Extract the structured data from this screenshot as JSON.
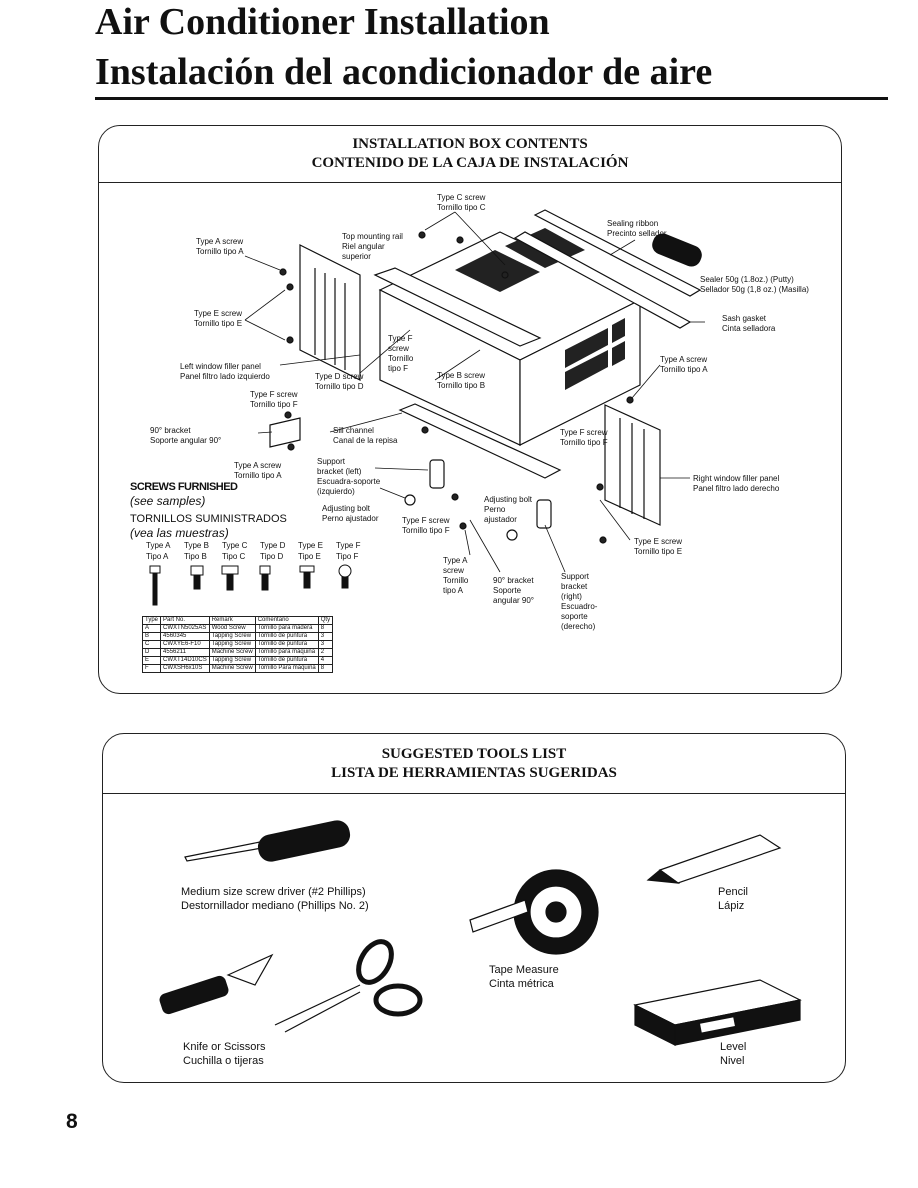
{
  "title": {
    "en": "Air Conditioner Installation",
    "es": "Instalación del acondicionador de aire"
  },
  "box": {
    "heading_en": "INSTALLATION BOX CONTENTS",
    "heading_es": "CONTENIDO DE LA CAJA DE INSTALACIÓN",
    "labels": {
      "type_c": [
        "Type C screw",
        "Tornillo tipo C"
      ],
      "sealing_ribbon": [
        "Sealing ribbon",
        "Precinto sellador"
      ],
      "type_a_left": [
        "Type A screw",
        "Tornillo tipo A"
      ],
      "top_rail": [
        "Top mounting rail",
        "Riel angular",
        "superior"
      ],
      "sealer": [
        "Sealer 50g (1.8oz.) (Putty)",
        "Sellador 50g (1,8 oz.) (Masilla)"
      ],
      "sash": [
        "Sash gasket",
        "Cinta selladora"
      ],
      "type_e_left": [
        "Type E screw",
        "Tornillo tipo E"
      ],
      "type_f_mid": [
        "Type F",
        "screw",
        "Tornillo",
        "tipo F"
      ],
      "left_panel": [
        "Left window filler panel",
        "Panel filtro lado izquierdo"
      ],
      "type_d": [
        "Type D screw",
        "Tornillo tipo D"
      ],
      "type_b": [
        "Type B screw",
        "Tornillo tipo B"
      ],
      "type_a_right": [
        "Type A screw",
        "Tornillo tipo A"
      ],
      "type_f_left": [
        "Type F screw",
        "Tornillo tipo F"
      ],
      "bracket90_left": [
        "90° bracket",
        "Soporte angular 90°"
      ],
      "sill": [
        "Sill channel",
        "Canal de la repisa"
      ],
      "type_f_right": [
        "Type F screw",
        "Tornillo tipo F"
      ],
      "type_a_below": [
        "Type A screw",
        "Tornillo tipo A"
      ],
      "support_left": [
        "Support",
        "bracket (left)",
        "Escuadra-soporte",
        "(izquierdo)"
      ],
      "right_panel": [
        "Right window filler panel",
        "Panel filtro lado derecho"
      ],
      "adj_bolt_left": [
        "Adjusting bolt",
        "Perno ajustador"
      ],
      "adj_bolt_right": [
        "Adjusting bolt",
        "Perno",
        "ajustador"
      ],
      "type_f_bottom": [
        "Type F screw",
        "Tornillo tipo F"
      ],
      "type_e_right": [
        "Type E screw",
        "Tornillo tipo E"
      ],
      "type_a_bottom": [
        "Type A",
        "screw",
        "Tornillo",
        "tipo A"
      ],
      "bracket90_right": [
        "90° bracket",
        "Soporte",
        "angular 90°"
      ],
      "support_right": [
        "Support",
        "bracket",
        "(right)",
        "Escuadro-",
        "soporte",
        "(derecho)"
      ]
    },
    "screws_en": "SCREWS FURNISHED",
    "screws_en_sub": "(see samples)",
    "screws_es": "TORNILLOS SUMINISTRADOS",
    "screws_es_sub": "(vea las muestras)",
    "screw_types_en": [
      "Type A",
      "Type B",
      "Type C",
      "Type D",
      "Type E",
      "Type F"
    ],
    "screw_types_es": [
      "Tipo A",
      "Tipo B",
      "Tipo C",
      "Tipo D",
      "Tipo E",
      "Tipo F"
    ],
    "table": {
      "headers": [
        "Type",
        "Part No.",
        "Remark",
        "Comentario",
        "Qty"
      ],
      "rows": [
        [
          "A",
          "CWXTN5025AS",
          "Wood Screw",
          "Tornillo para madera",
          "8"
        ],
        [
          "B",
          "4560345",
          "Tapping Screw",
          "Tornillo de puntura",
          "3"
        ],
        [
          "C",
          "CWXYE6-F10",
          "Tapping Screw",
          "Tornillo de puntura",
          "3"
        ],
        [
          "D",
          "4556211",
          "Machine Screw",
          "Tornillo para máquina",
          "2"
        ],
        [
          "E",
          "CWXT14D10CS",
          "Tapping Screw",
          "Tornillo de puntura",
          "4"
        ],
        [
          "F",
          "CWXSH6x10S",
          "Machine Screw",
          "Tornillo Para máquina",
          "8"
        ]
      ]
    }
  },
  "tools": {
    "heading_en": "SUGGESTED TOOLS LIST",
    "heading_es": "LISTA DE HERRAMIENTAS SUGERIDAS",
    "screwdriver": [
      "Medium size screw driver (#2 Phillips)",
      "Destornillador mediano (Phillips No. 2)"
    ],
    "pencil": [
      "Pencil",
      "Lápiz"
    ],
    "tape": [
      "Tape Measure",
      "Cinta métrica"
    ],
    "knife": [
      "Knife or Scissors",
      "Cuchilla o tijeras"
    ],
    "level": [
      "Level",
      "Nivel"
    ]
  },
  "page_number": "8"
}
